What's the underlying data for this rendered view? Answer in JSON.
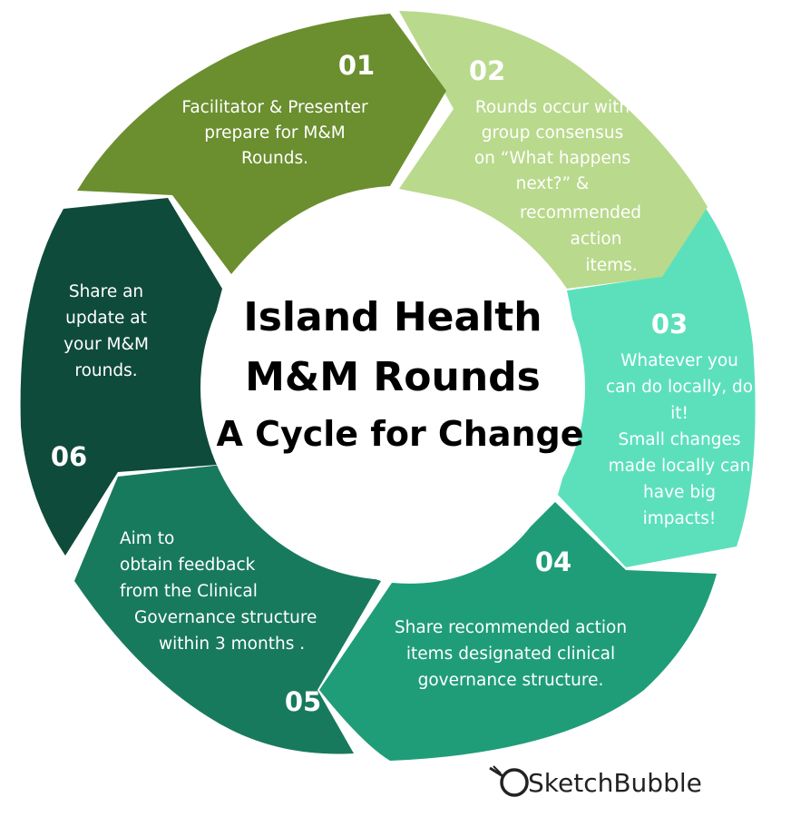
{
  "center": {
    "line1": "Island Health",
    "line2": "M&M Rounds",
    "line3": "A Cycle for Change"
  },
  "steps": [
    {
      "number": "01",
      "color": "#6B8E2F",
      "lines": [
        "Facilitator & Presenter",
        "prepare for M&M",
        "Rounds."
      ]
    },
    {
      "number": "02",
      "color": "#B9D98C",
      "lines": [
        "Rounds occur with",
        "group consensus",
        "on “What happens",
        "next?” &",
        "recommended",
        "action",
        "items."
      ]
    },
    {
      "number": "03",
      "color": "#5CE0BC",
      "lines": [
        "Whatever you",
        "can do locally, do",
        "it!",
        "Small changes",
        "made locally can",
        "have big",
        "impacts!"
      ]
    },
    {
      "number": "04",
      "color": "#1F9D78",
      "lines": [
        "Share recommended action",
        "items designated clinical",
        "governance structure."
      ]
    },
    {
      "number": "05",
      "color": "#187A5C",
      "lines": [
        "Aim to",
        "obtain feedback",
        "from the Clinical",
        "Governance structure",
        "within 3 months ."
      ]
    },
    {
      "number": "06",
      "color": "#0F4B3A",
      "lines": [
        "Share an",
        "update at",
        "your M&M",
        "rounds."
      ]
    }
  ],
  "logo": {
    "text": "SketchBubble",
    "icon": "pen-bubble-logo-icon"
  }
}
